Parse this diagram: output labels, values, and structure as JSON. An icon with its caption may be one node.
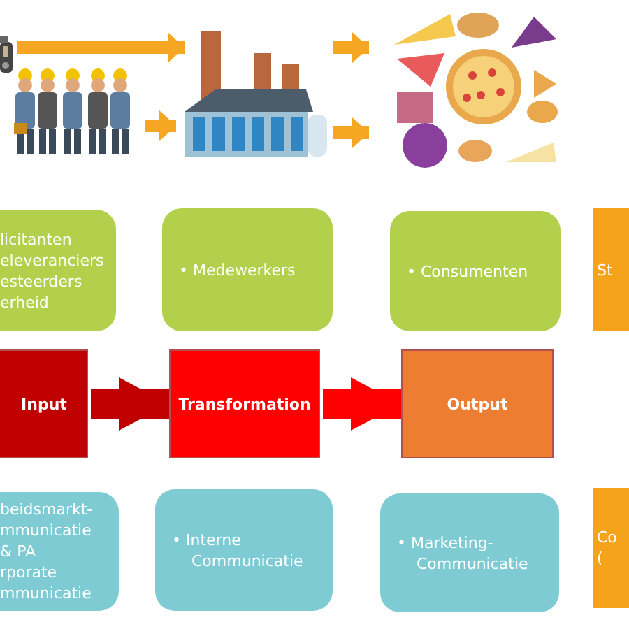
{
  "diagram": {
    "nodes": [
      {
        "text": [],
        "shape": "picture"
      },
      {
        "text": [],
        "shape": "picture"
      },
      {
        "text": [],
        "shape": "picture"
      },
      {
        "text": [],
        "shape": "picture"
      },
      {
        "text": [
          "licitanten",
          "eleveranciers",
          "esteerders",
          "erheid"
        ]
      },
      {
        "text": [
          "• Medewerkers"
        ]
      },
      {
        "text": [
          "• Consumenten"
        ]
      },
      {
        "text": [
          "St"
        ]
      },
      {
        "text": [
          "Input"
        ]
      },
      {
        "text": [
          "Transformation"
        ]
      },
      {
        "text": [
          "Output"
        ]
      },
      {
        "text": [
          "beidsmarkt- mmunicatie",
          "& PA",
          "rporate mmunicatie"
        ]
      },
      {
        "text": [
          "• Interne Communicatie"
        ]
      },
      {
        "text": [
          "• Marketing- Communicatie"
        ]
      },
      {
        "text": [
          "Co ("
        ]
      }
    ],
    "edges": [
      {
        "from": 0,
        "to": 2,
        "arrow": "to"
      },
      {
        "from": 1,
        "to": 2,
        "arrow": "to"
      },
      {
        "from": 2,
        "to": 3,
        "arrow": "to"
      },
      {
        "from": 2,
        "to": 3,
        "arrow": "to"
      },
      {
        "from": 8,
        "to": 9,
        "arrow": "to",
        "style": "thick",
        "color": "#c00000"
      },
      {
        "from": 9,
        "to": 10,
        "arrow": "to",
        "style": "thick",
        "color": "#ff0000"
      }
    ]
  }
}
